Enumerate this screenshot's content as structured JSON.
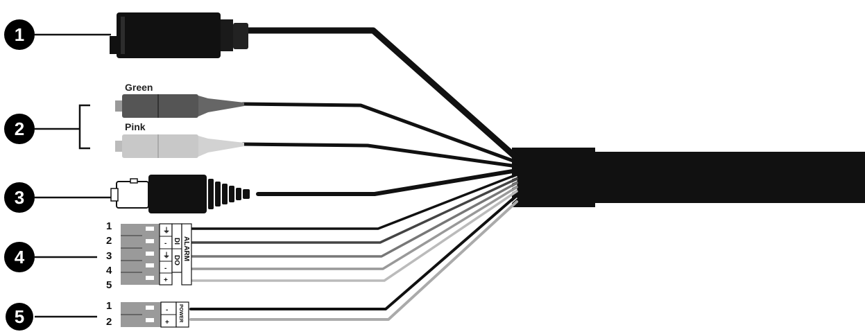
{
  "callouts": [
    "1",
    "2",
    "3",
    "4",
    "5"
  ],
  "color_labels": {
    "green": "Green",
    "pink": "Pink"
  },
  "alarm_block": {
    "pins": [
      "1",
      "2",
      "3",
      "4",
      "5"
    ],
    "terminal_symbols": [
      "⏚",
      "-",
      "⏚",
      "-",
      "+"
    ],
    "group_label": "ALARM",
    "di_label": "DI",
    "do_label": "DO"
  },
  "power_block": {
    "pins": [
      "1",
      "2"
    ],
    "terminal_symbols": [
      "-",
      "+"
    ],
    "label": "POWER"
  },
  "colors": {
    "cable": "#111111",
    "green_jack": "#555555",
    "pink_jack": "#c8c8c8",
    "terminal_block": "#9a9a9a",
    "callout_circle": "#000000"
  }
}
